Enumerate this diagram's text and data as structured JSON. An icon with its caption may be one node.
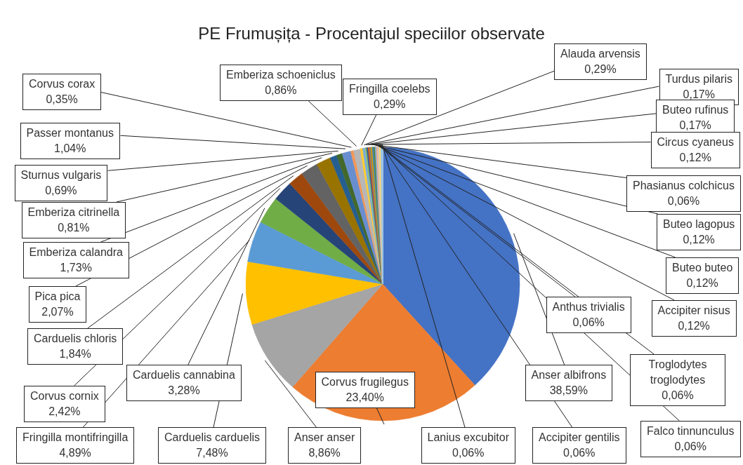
{
  "diagram": {
    "title": "PE Frumușița - Procentajul speciilor observate",
    "chart_data": {
      "type": "pie",
      "categories": [
        "Anser albifrons",
        "Corvus frugilegus",
        "Anser anser",
        "Carduelis carduelis",
        "Fringilla montifringilla",
        "Carduelis cannabina",
        "Corvus cornix",
        "Carduelis chloris",
        "Pica pica",
        "Emberiza calandra",
        "Emberiza citrinella",
        "Sturnus vulgaris",
        "Passer montanus",
        "Corvus corax",
        "Emberiza schoeniclus",
        "Fringilla coelebs",
        "Alauda arvensis",
        "Turdus pilaris",
        "Buteo rufinus",
        "Circus cyaneus",
        "Phasianus colchicus",
        "Buteo lagopus",
        "Buteo buteo",
        "Accipiter nisus",
        "Anthus trivialis",
        "Troglodytes troglodytes",
        "Falco tinnunculus",
        "Accipiter gentilis",
        "Lanius excubitor"
      ],
      "values": [
        38.59,
        23.4,
        8.86,
        7.48,
        4.89,
        3.28,
        2.42,
        1.84,
        2.07,
        1.73,
        0.81,
        0.69,
        1.04,
        0.35,
        0.86,
        0.29,
        0.29,
        0.17,
        0.17,
        0.12,
        0.06,
        0.12,
        0.12,
        0.12,
        0.06,
        0.06,
        0.06,
        0.06,
        0.06
      ],
      "value_labels": [
        "38,59%",
        "23,40%",
        "8,86%",
        "7,48%",
        "4,89%",
        "3,28%",
        "2,42%",
        "1,84%",
        "2,07%",
        "1,73%",
        "0,81%",
        "0,69%",
        "1,04%",
        "0,35%",
        "0,86%",
        "0,29%",
        "0,29%",
        "0,17%",
        "0,17%",
        "0,12%",
        "0,06%",
        "0,12%",
        "0,12%",
        "0,12%",
        "0,06%",
        "0,06%",
        "0,06%",
        "0,06%",
        "0,06%"
      ]
    }
  }
}
